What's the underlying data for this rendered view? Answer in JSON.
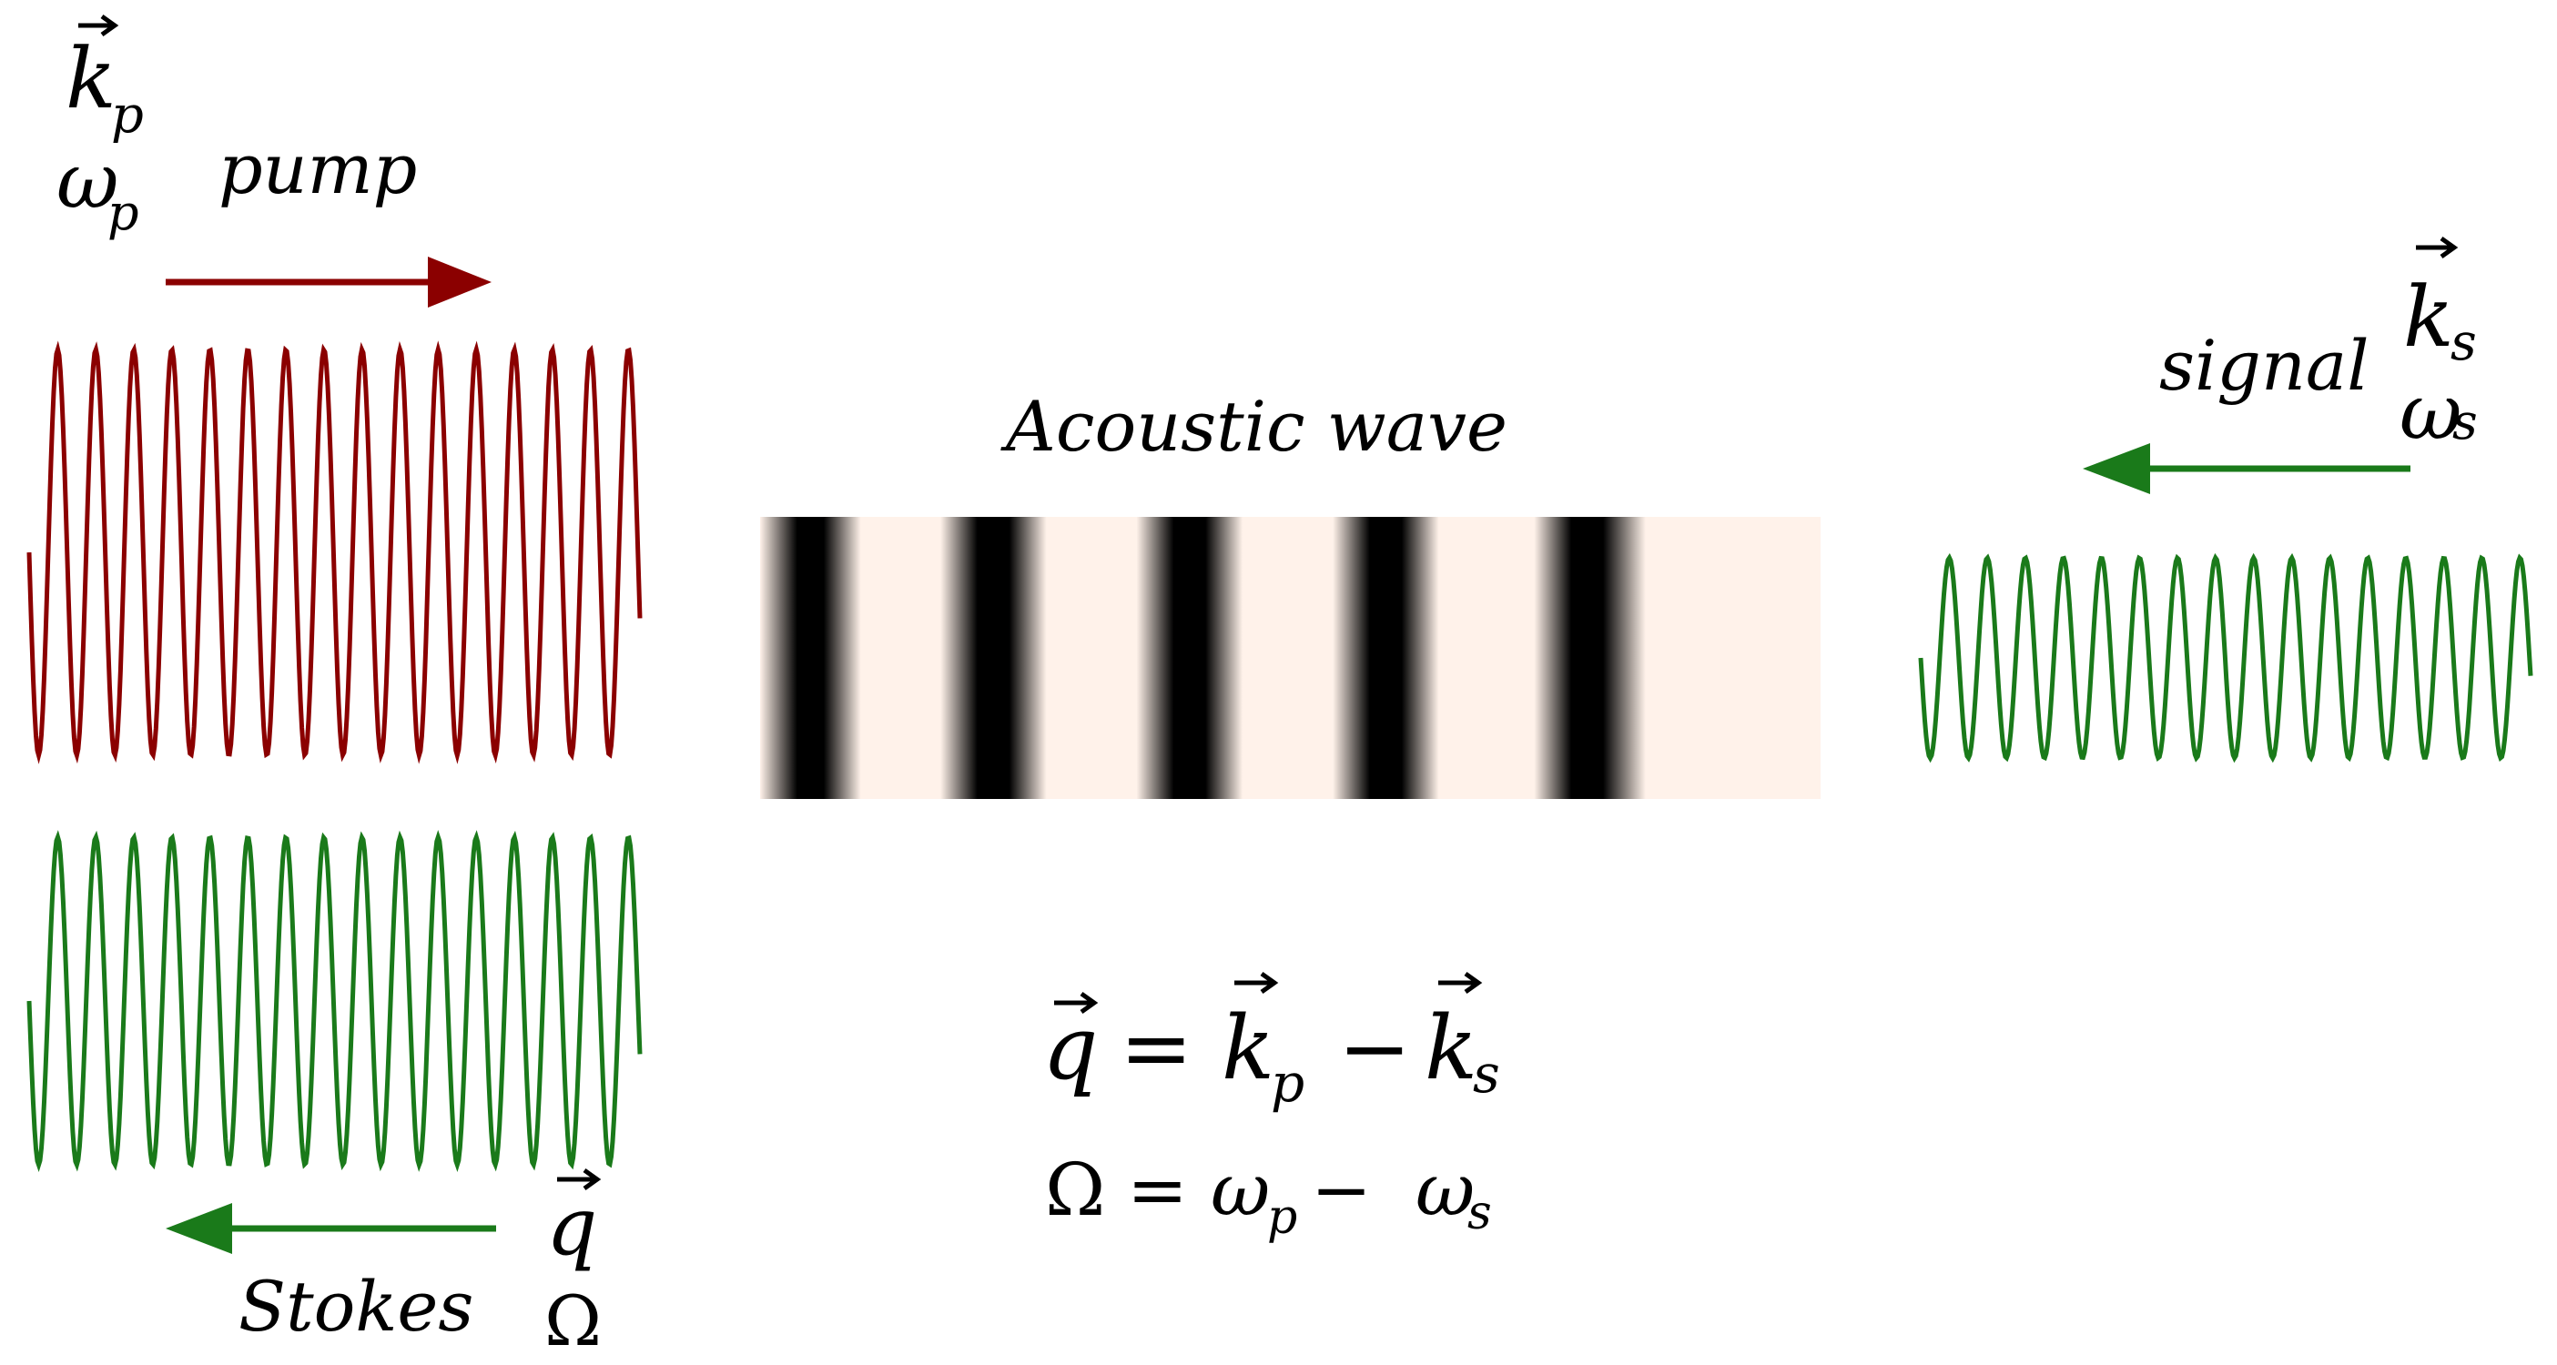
{
  "colors": {
    "pump": "#8b0000",
    "green": "#1a7a1a",
    "acoustic_dark": "#000000",
    "acoustic_light": "#fff2ea"
  },
  "pump": {
    "label": "pump",
    "k_symbol": "k",
    "k_sub": "p",
    "omega_symbol": "ω",
    "omega_sub": "p"
  },
  "signal": {
    "label": "signal",
    "k_symbol": "k",
    "k_sub": "s",
    "omega_symbol": "ω",
    "omega_sub": "s"
  },
  "stokes": {
    "label": "Stokes",
    "q_symbol": "q",
    "omega_symbol": "Ω"
  },
  "acoustic": {
    "label": "Acoustic wave"
  },
  "equations": {
    "eq1": {
      "q": "q",
      "eq": "=",
      "k1": "k",
      "sub1": "p",
      "minus": "−",
      "k2": "k",
      "sub2": "s"
    },
    "eq2": {
      "Omega": "Ω",
      "eq": "=",
      "w1": "ω",
      "sub1": "p",
      "minus": "−",
      "w2": "ω",
      "sub2": "s"
    }
  }
}
